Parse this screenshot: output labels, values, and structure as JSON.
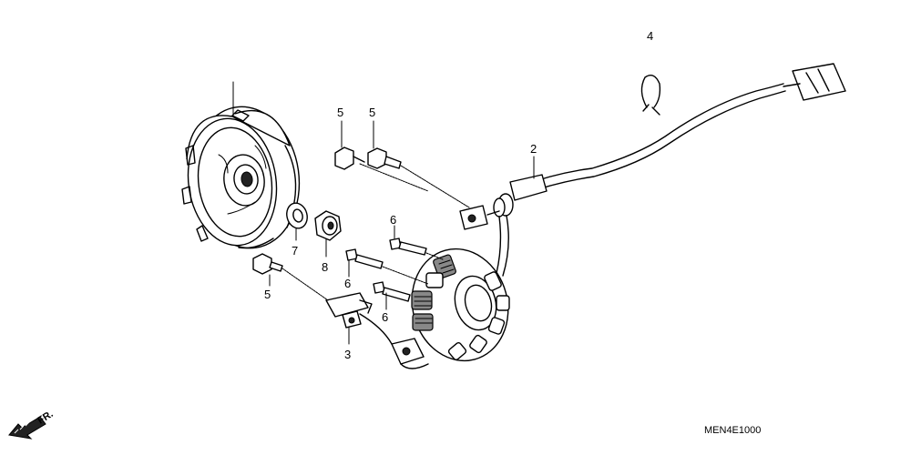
{
  "callouts": {
    "flywheel": "",
    "stator": "3",
    "wire_harness": "2",
    "clip": "4",
    "bolt_flange_upper_left": "5",
    "bolt_flange_upper_right": "5",
    "bolt_flange_lower": "5",
    "bolt_socket_upper": "6",
    "bolt_socket_middle": "6",
    "bolt_socket_lower": "6",
    "washer": "7",
    "nut": "8"
  },
  "diagram_code": "MEN4E1000",
  "front_indicator": "FR."
}
